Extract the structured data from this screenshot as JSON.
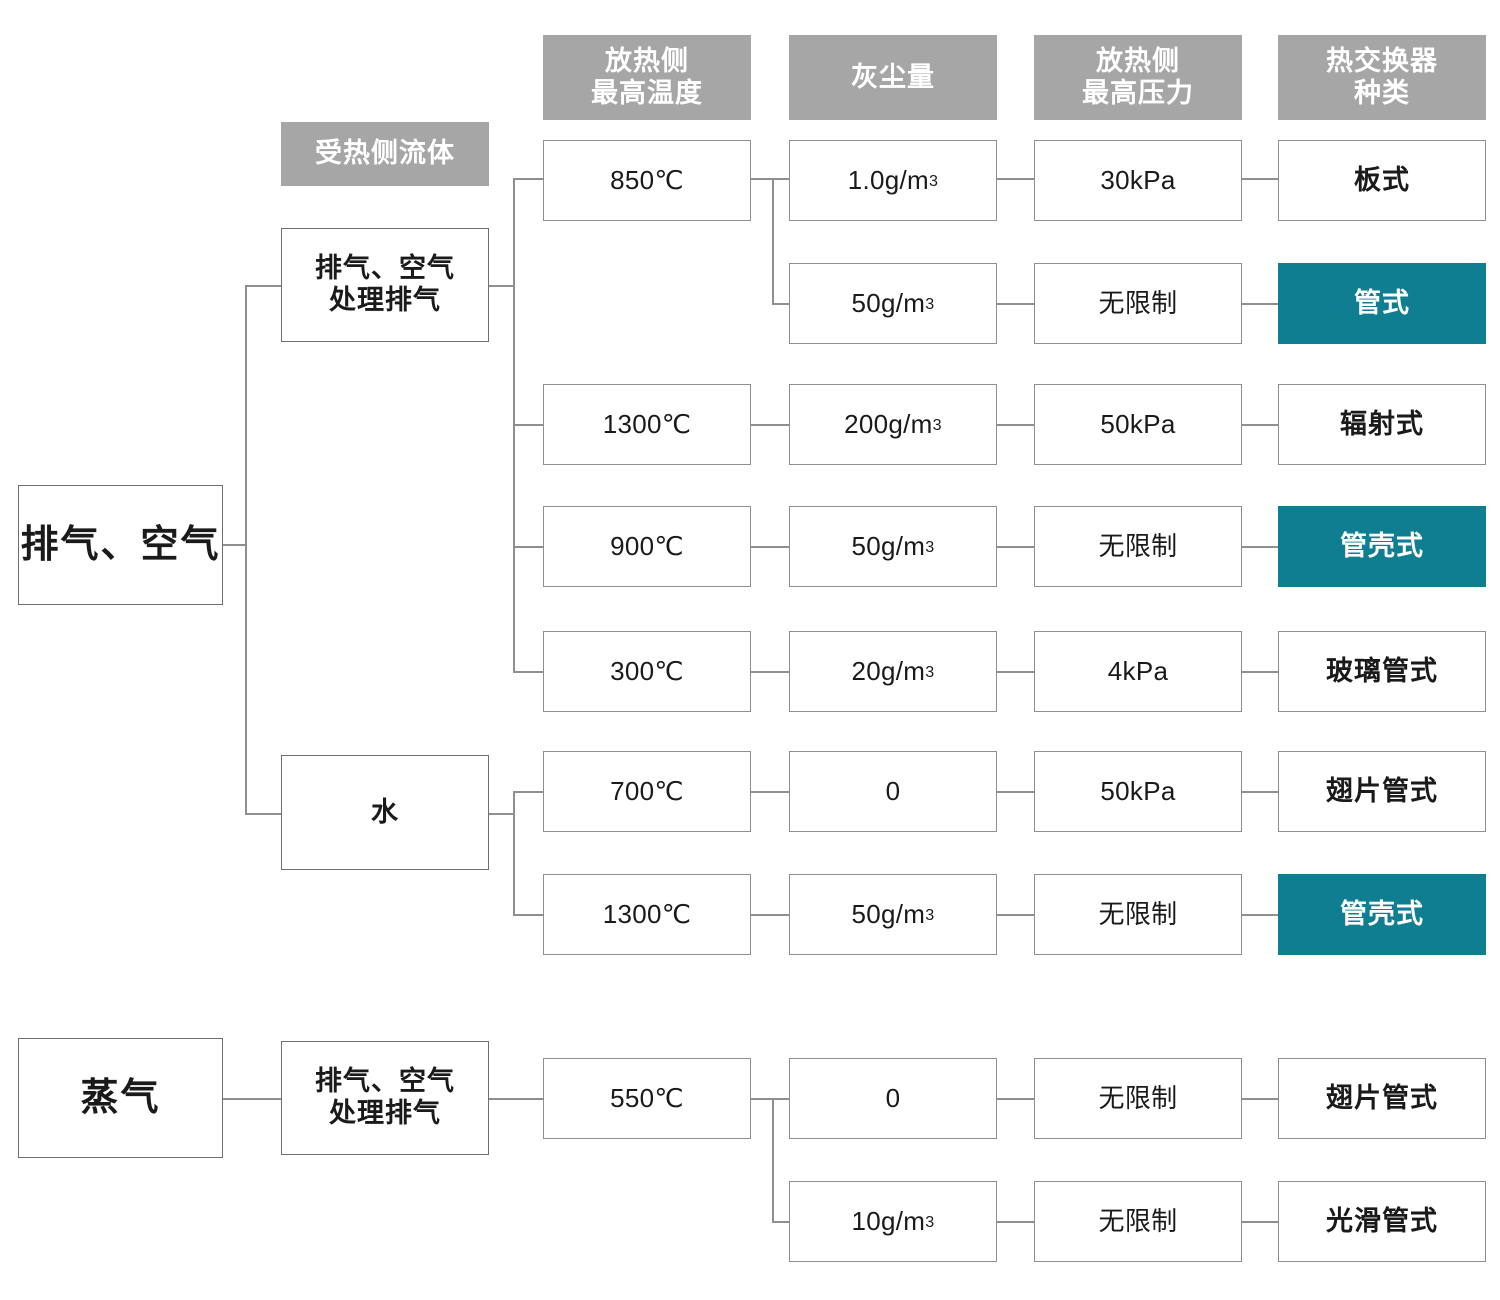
{
  "diagram": {
    "title_text": "",
    "colors": {
      "header_gray": "#a6a6a6",
      "highlight_teal": "#0e7e90",
      "border_gray": "#8f8f8f",
      "text_dark": "#1a1a1a",
      "text_light": "#ffffff",
      "background": "#ffffff"
    },
    "headers": [
      {
        "id": "heated-side-fluid",
        "label": "受热侧流体"
      },
      {
        "id": "max-temp",
        "label": "放热侧\n最高温度"
      },
      {
        "id": "dust-amount",
        "label": "灰尘量"
      },
      {
        "id": "max-pressure",
        "label": "放热侧\n最高压力"
      },
      {
        "id": "exchanger-type",
        "label": "热交换器\n种类"
      }
    ],
    "roots": [
      {
        "id": "root-exhaust-air",
        "label": "排气、空气"
      },
      {
        "id": "root-steam",
        "label": "蒸气"
      }
    ],
    "fluids": [
      {
        "id": "fluid-exhaust-air-treated",
        "label": "排气、空气\n处理排气"
      },
      {
        "id": "fluid-water",
        "label": "水"
      },
      {
        "id": "fluid-exhaust-air-treated-2",
        "label": "排气、空气\n处理排气"
      }
    ],
    "temperatures": [
      {
        "id": "temp-850",
        "label": "850℃"
      },
      {
        "id": "temp-1300-a",
        "label": "1300℃"
      },
      {
        "id": "temp-900",
        "label": "900℃"
      },
      {
        "id": "temp-300",
        "label": "300℃"
      },
      {
        "id": "temp-700",
        "label": "700℃"
      },
      {
        "id": "temp-1300-b",
        "label": "1300℃"
      },
      {
        "id": "temp-550",
        "label": "550℃"
      }
    ],
    "dusts": [
      {
        "id": "dust-1-0",
        "value": "1.0g/m",
        "exp": "3"
      },
      {
        "id": "dust-50-a",
        "value": "50g/m",
        "exp": "3"
      },
      {
        "id": "dust-200",
        "value": "200g/m",
        "exp": "3"
      },
      {
        "id": "dust-50-b",
        "value": "50g/m",
        "exp": "3"
      },
      {
        "id": "dust-20",
        "value": "20g/m",
        "exp": "3"
      },
      {
        "id": "dust-0-a",
        "value": "0",
        "exp": ""
      },
      {
        "id": "dust-50-c",
        "value": "50g/m",
        "exp": "3"
      },
      {
        "id": "dust-0-b",
        "value": "0",
        "exp": ""
      },
      {
        "id": "dust-10",
        "value": "10g/m",
        "exp": "3"
      }
    ],
    "pressures": [
      {
        "id": "pressure-30kpa",
        "label": "30kPa"
      },
      {
        "id": "pressure-unlimited-a",
        "label": "无限制"
      },
      {
        "id": "pressure-50kpa-a",
        "label": "50kPa"
      },
      {
        "id": "pressure-unlimited-b",
        "label": "无限制"
      },
      {
        "id": "pressure-4kpa",
        "label": "4kPa"
      },
      {
        "id": "pressure-50kpa-b",
        "label": "50kPa"
      },
      {
        "id": "pressure-unlimited-c",
        "label": "无限制"
      },
      {
        "id": "pressure-unlimited-d",
        "label": "无限制"
      },
      {
        "id": "pressure-unlimited-e",
        "label": "无限制"
      }
    ],
    "types": [
      {
        "id": "type-plate",
        "label": "板式",
        "highlighted": false
      },
      {
        "id": "type-tube",
        "label": "管式",
        "highlighted": true
      },
      {
        "id": "type-radiant",
        "label": "辐射式",
        "highlighted": false
      },
      {
        "id": "type-shell-tube-a",
        "label": "管壳式",
        "highlighted": true
      },
      {
        "id": "type-glass-tube",
        "label": "玻璃管式",
        "highlighted": false
      },
      {
        "id": "type-finned-tube-a",
        "label": "翅片管式",
        "highlighted": false
      },
      {
        "id": "type-shell-tube-b",
        "label": "管壳式",
        "highlighted": true
      },
      {
        "id": "type-finned-tube-b",
        "label": "翅片管式",
        "highlighted": false
      },
      {
        "id": "type-smooth-tube",
        "label": "光滑管式",
        "highlighted": false
      }
    ],
    "rows": [
      {
        "temperature": "850℃",
        "dust": "1.0g/m³",
        "pressure": "30kPa",
        "type": "板式",
        "highlighted": false,
        "root": "排气、空气",
        "fluid": "排气、空气\n处理排气"
      },
      {
        "temperature": "850℃",
        "dust": "50g/m³",
        "pressure": "无限制",
        "type": "管式",
        "highlighted": true,
        "root": "排气、空气",
        "fluid": "排气、空气\n处理排气"
      },
      {
        "temperature": "1300℃",
        "dust": "200g/m³",
        "pressure": "50kPa",
        "type": "辐射式",
        "highlighted": false,
        "root": "排气、空气",
        "fluid": "排气、空气\n处理排气"
      },
      {
        "temperature": "900℃",
        "dust": "50g/m³",
        "pressure": "无限制",
        "type": "管壳式",
        "highlighted": true,
        "root": "排气、空气",
        "fluid": "排气、空气\n处理排气"
      },
      {
        "temperature": "300℃",
        "dust": "20g/m³",
        "pressure": "4kPa",
        "type": "玻璃管式",
        "highlighted": false,
        "root": "排气、空气",
        "fluid": "排气、空气\n处理排气"
      },
      {
        "temperature": "700℃",
        "dust": "0",
        "pressure": "50kPa",
        "type": "翅片管式",
        "highlighted": false,
        "root": "排气、空气",
        "fluid": "水"
      },
      {
        "temperature": "1300℃",
        "dust": "50g/m³",
        "pressure": "无限制",
        "type": "管壳式",
        "highlighted": true,
        "root": "排气、空气",
        "fluid": "水"
      },
      {
        "temperature": "550℃",
        "dust": "0",
        "pressure": "无限制",
        "type": "翅片管式",
        "highlighted": false,
        "root": "蒸气",
        "fluid": "排气、空气\n处理排气"
      },
      {
        "temperature": "550℃",
        "dust": "10g/m³",
        "pressure": "无限制",
        "type": "光滑管式",
        "highlighted": false,
        "root": "蒸气",
        "fluid": "排气、空气\n处理排气"
      }
    ]
  }
}
